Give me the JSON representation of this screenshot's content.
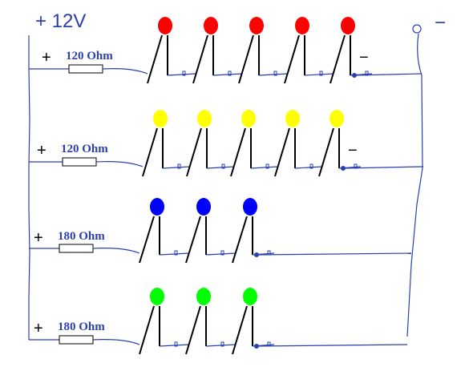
{
  "supply": {
    "label": "+ 12V",
    "negative_label": "−"
  },
  "rows": [
    {
      "resistor_label": "120 Ohm",
      "plus": "+",
      "led_color": "#ff0000",
      "led_count": 5,
      "end_sign": "−"
    },
    {
      "resistor_label": "120 Ohm",
      "plus": "+",
      "led_color": "#ffff00",
      "led_count": 5,
      "end_sign": "−"
    },
    {
      "resistor_label": "180 Ohm",
      "plus": "+",
      "led_color": "#0000ff",
      "led_count": 3,
      "end_sign": ""
    },
    {
      "resistor_label": "180 Ohm",
      "plus": "+",
      "led_color": "#00ff00",
      "led_count": 3,
      "end_sign": ""
    }
  ]
}
